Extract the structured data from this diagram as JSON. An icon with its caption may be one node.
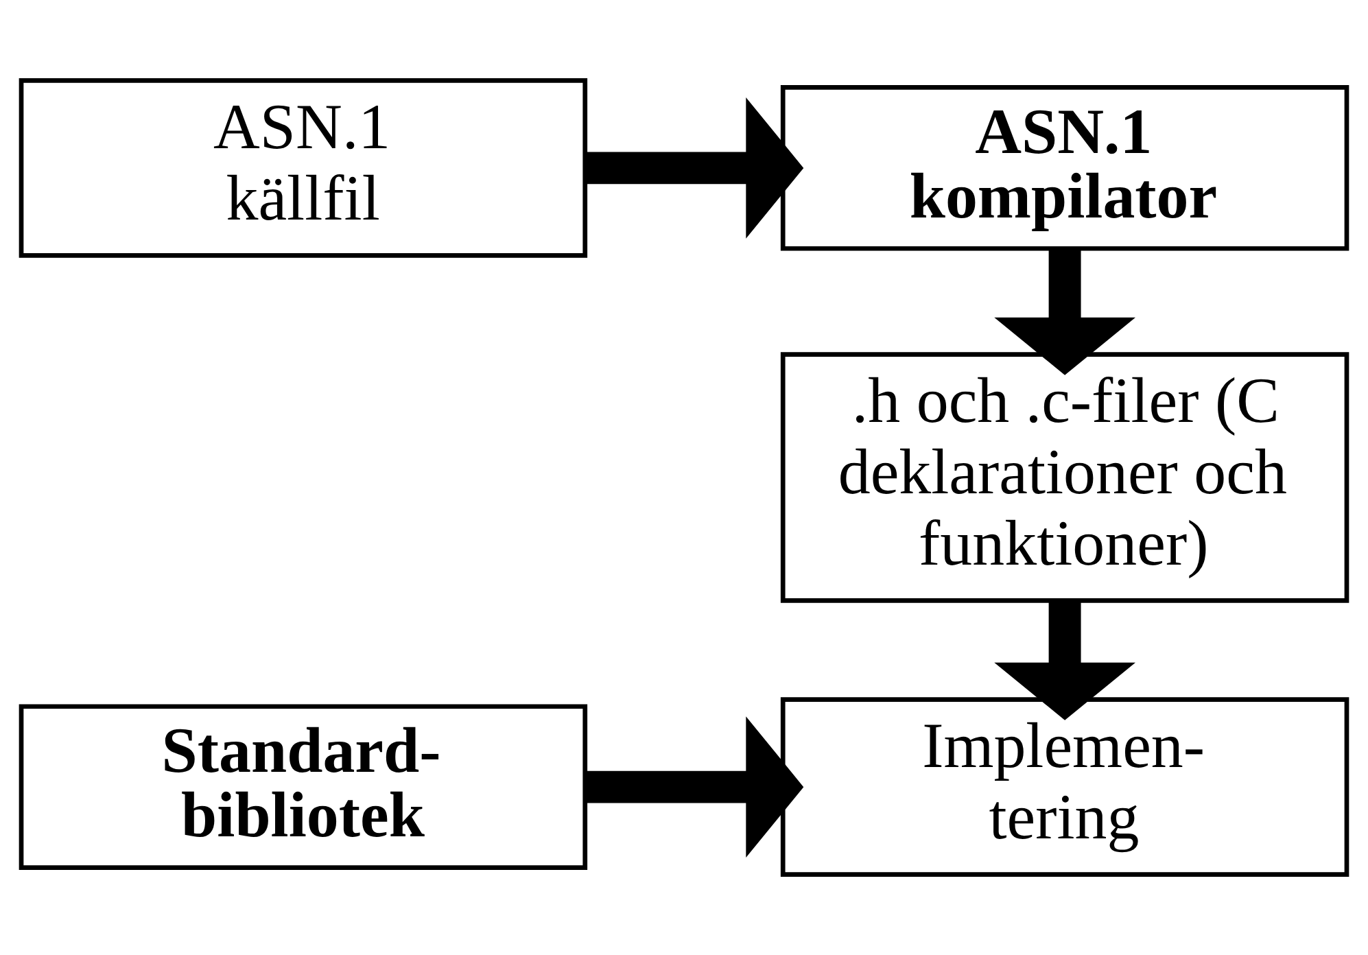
{
  "diagram": {
    "nodes": [
      {
        "text": [
          "ASN.1 källfil"
        ]
      },
      {
        "text": [
          "ASN.1 kompilator"
        ]
      },
      {
        "text": [
          ".h och .c-filer (C deklarationer och funktioner)"
        ]
      },
      {
        "text": [
          "Standard- bibliotek"
        ]
      },
      {
        "text": [
          "Implemen- tering"
        ]
      }
    ],
    "edges": [
      {
        "from": 0,
        "to": 1,
        "arrow": "to"
      },
      {
        "from": 1,
        "to": 2,
        "arrow": "to"
      },
      {
        "from": 2,
        "to": 4,
        "arrow": "to"
      },
      {
        "from": 3,
        "to": 4,
        "arrow": "to"
      }
    ]
  }
}
